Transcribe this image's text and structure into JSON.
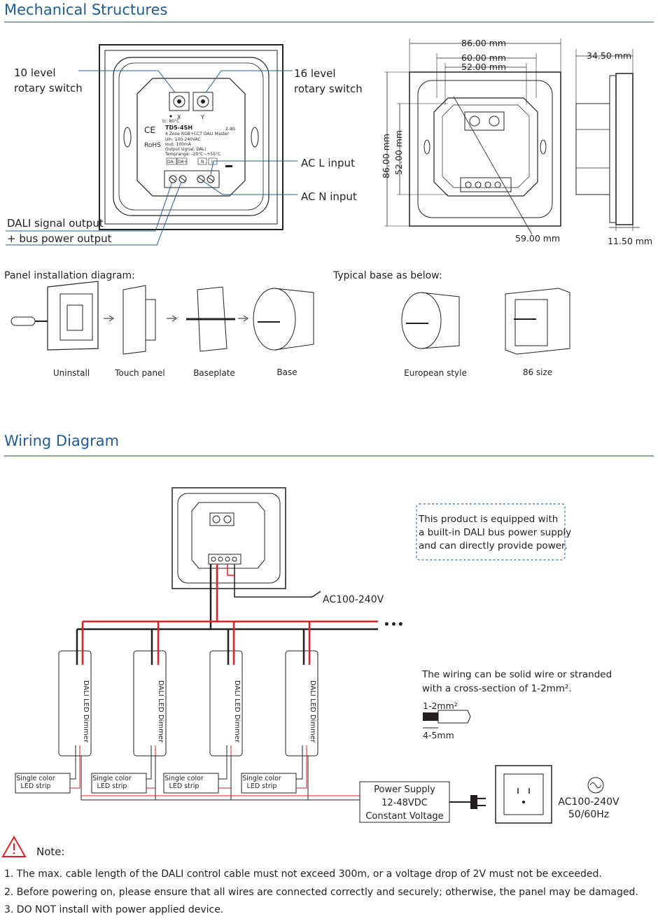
{
  "sections": {
    "mechanical": "Mechanical Structures",
    "wiring": "Wiring Diagram"
  },
  "front_view": {
    "callouts": {
      "rot10_line1": "10 level",
      "rot10_line2": "rotary switch",
      "rot16_line1": "16 level",
      "rot16_line2": "rotary switch",
      "ac_l": "AC L input",
      "ac_n": "AC N input",
      "dali_line1": "DALI signal output",
      "dali_line2": "+ bus power output"
    },
    "label": {
      "model": "TD5-4SH",
      "desc": "4 Zone RGB+CCT DALI Master",
      "uin": "Uin: 100-240VAC",
      "iout": "Iout: 100mA",
      "output": "Output signal: DALI",
      "temp": "Temprange: -20°C~+55°C",
      "rf": "2.4G",
      "tc": "tc: 80°C",
      "ce": "CE",
      "rohs": "RoHS",
      "x": "X",
      "y": "Y",
      "t1": "DA-",
      "t2": "DA+",
      "t3": "N",
      "t4": "L"
    }
  },
  "dimensions": {
    "w_outer": "86.00 mm",
    "w_mid": "60.00 mm",
    "w_inner": "52.00 mm",
    "h_outer": "86.00 mm",
    "h_inner": "52.00 mm",
    "bottom": "59.00 mm",
    "depth": "34.50 mm",
    "thin": "11.50 mm"
  },
  "installation": {
    "title": "Panel installation diagram:",
    "steps": [
      "Uninstall",
      "Touch panel",
      "Baseplate",
      "Base"
    ]
  },
  "bases": {
    "title": "Typical base as below:",
    "items": [
      "European style",
      "86 size"
    ]
  },
  "wiring": {
    "note_box": [
      "This product is equipped with",
      "a built-in DALI bus power supply",
      "and can directly provide power."
    ],
    "ac_input": "AC100-240V",
    "dimmer_label": "DALI LED Dimmer",
    "strip_line1": "Single color",
    "strip_line2": "LED strip",
    "wire_note_line1": "The wiring can be solid wire or stranded",
    "wire_note_line2": "with a cross-section of 1-2mm².",
    "cross_section": "1-2mm²",
    "strip_length": "4-5mm",
    "psu": [
      "Power Supply",
      "12-48VDC",
      "Constant Voltage"
    ],
    "mains": [
      "AC100-240V",
      "50/60Hz"
    ],
    "ellipsis": "•••"
  },
  "note": {
    "title": "Note:",
    "items": [
      "1. The max. cable length of the DALI control cable must not exceed 300m, or a voltage drop of 2V must not be exceeded.",
      "2. Before powering on, please ensure that all wires are connected correctly and securely; otherwise, the panel may be damaged.",
      "3. DO NOT install with power applied device."
    ]
  },
  "colors": {
    "heading": "#1f5c99",
    "wire_red": "#e31e24",
    "wire_black": "#231f20",
    "note_box_border": "#2e6fb7",
    "warning": "#e31e24"
  }
}
